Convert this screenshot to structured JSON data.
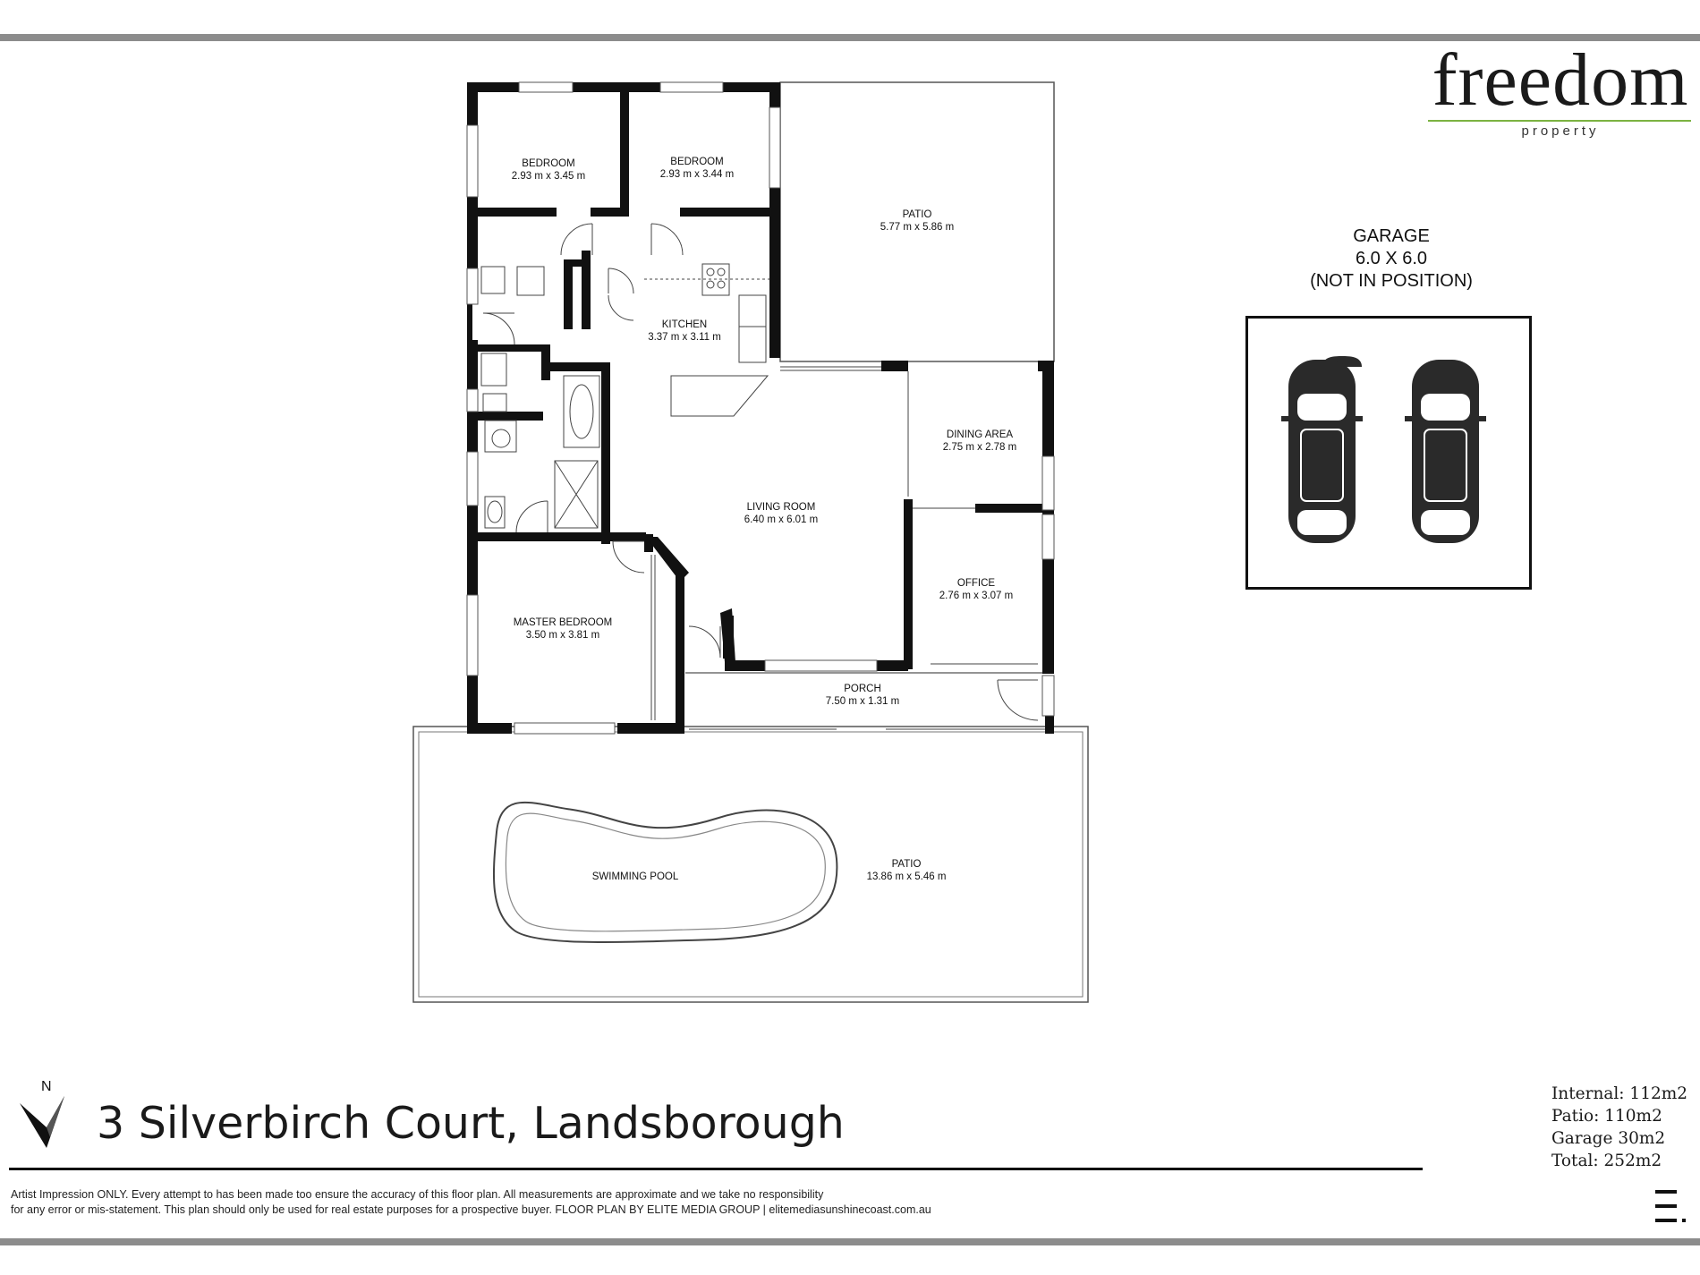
{
  "brand": {
    "name": "freedom",
    "tagline": "property"
  },
  "plan": {
    "rooms": [
      {
        "name": "BEDROOM",
        "size": "2.93 m x 3.45 m"
      },
      {
        "name": "BEDROOM",
        "size": "2.93 m x 3.44 m"
      },
      {
        "name": "PATIO",
        "size": "5.77 m x 5.86 m"
      },
      {
        "name": "KITCHEN",
        "size": "3.37 m x 3.11 m"
      },
      {
        "name": "DINING AREA",
        "size": "2.75 m x 2.78 m"
      },
      {
        "name": "LIVING ROOM",
        "size": "6.40 m x 6.01 m"
      },
      {
        "name": "OFFICE",
        "size": "2.76 m x 3.07 m"
      },
      {
        "name": "MASTER BEDROOM",
        "size": "3.50 m x 3.81 m"
      },
      {
        "name": "PORCH",
        "size": "7.50 m x 1.31 m"
      },
      {
        "name": "SWIMMING POOL",
        "size": ""
      },
      {
        "name": "PATIO",
        "size": "13.86 m x 5.46 m"
      }
    ]
  },
  "garage": {
    "title": "GARAGE",
    "size": "6.0 X 6.0",
    "note": "(NOT IN POSITION)"
  },
  "compass": {
    "label": "N"
  },
  "address": "3 Silverbirch Court, Landsborough",
  "disclaimer": {
    "line1": "Artist Impression ONLY. Every attempt to has been made too ensure the accuracy of this floor plan. All measurements are approximate and we take no responsibility",
    "line2": "for any error or mis-statement. This plan should only be used for real estate purposes for a prospective buyer. FLOOR PLAN BY ELITE MEDIA GROUP | elitemediasunshinecoast.com.au"
  },
  "areas": {
    "internal": "Internal: 112m2",
    "patio": "Patio: 110m2",
    "garage": "Garage 30m2",
    "total": "Total: 252m2"
  },
  "colors": {
    "wall": "#111111",
    "rule_bar": "#8c8c8c",
    "logo_accent": "#7cb342"
  }
}
